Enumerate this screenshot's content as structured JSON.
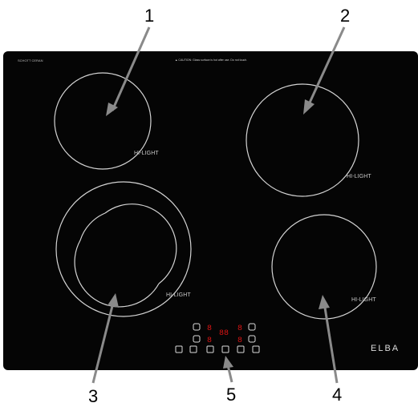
{
  "callouts": {
    "n1": "1",
    "n2": "2",
    "n3": "3",
    "n4": "4",
    "n5": "5"
  },
  "zones": {
    "zone1_label": "HI-LIGHT",
    "zone2_label": "HI-LIGHT",
    "zone3_label": "HI-LIGHT",
    "zone4_label": "HI-LIGHT"
  },
  "hob": {
    "brand_top": "SCHOTT CERAN",
    "caution": "▲ CAUTION: Glass surface is hot after use. Do not touch.",
    "logo": "ELBA"
  },
  "display": {
    "digit_left_top": "8",
    "digit_left_bottom": "8",
    "digit_center": "88",
    "digit_right_top": "8",
    "digit_right_bottom": "8"
  },
  "colors": {
    "glass": "#050505",
    "ring": "#d4d4d4",
    "display_red": "#d81414",
    "arrow": "#8a8a8a"
  }
}
